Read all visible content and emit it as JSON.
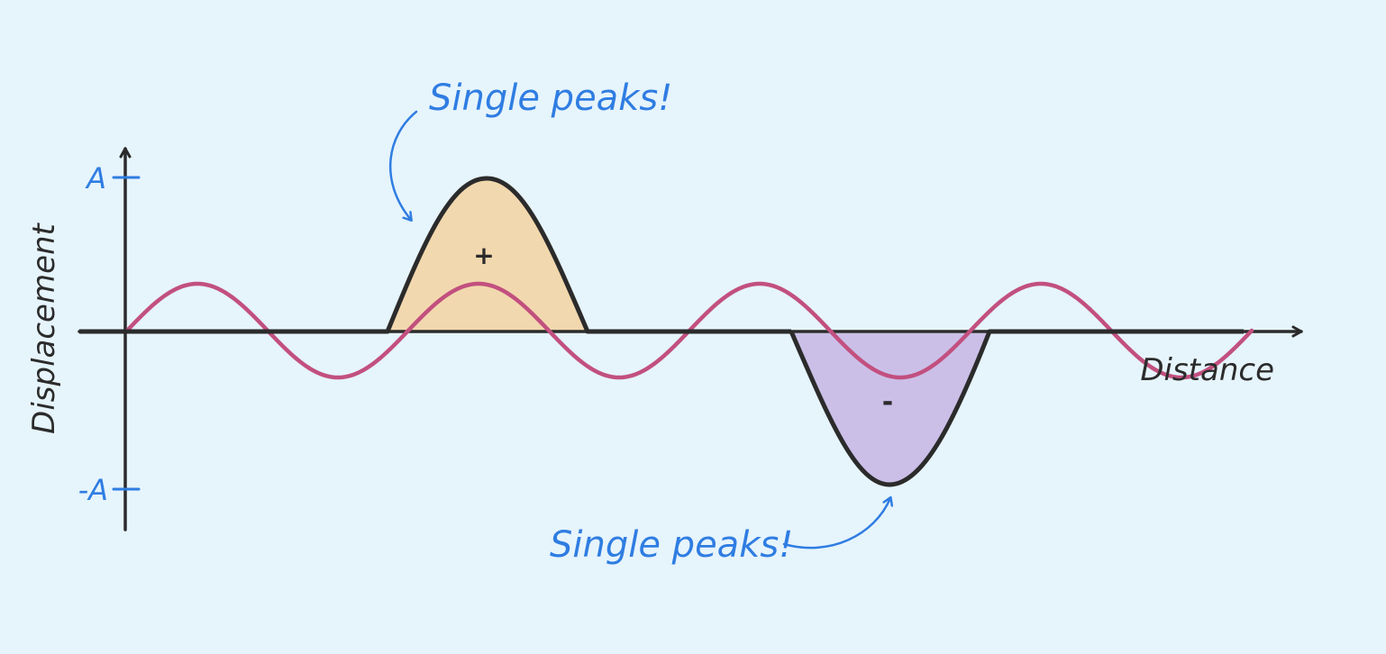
{
  "labels": {
    "y_axis": "Displacement",
    "x_axis": "Distance",
    "tick_top": "A",
    "tick_bottom": "-A",
    "annotation_top": "Single peaks!",
    "annotation_bottom": "Single peaks!",
    "positive_sign": "+",
    "negative_sign": "-"
  },
  "colors": {
    "background": "#e6f4fc",
    "axis": "#2b2b2b",
    "pulse": "#2b2b2b",
    "sine_wave": "#c2507f",
    "positive_fill": "#f2d8ae",
    "negative_fill": "#cbbfe8",
    "annotation": "#2f7de2"
  }
}
